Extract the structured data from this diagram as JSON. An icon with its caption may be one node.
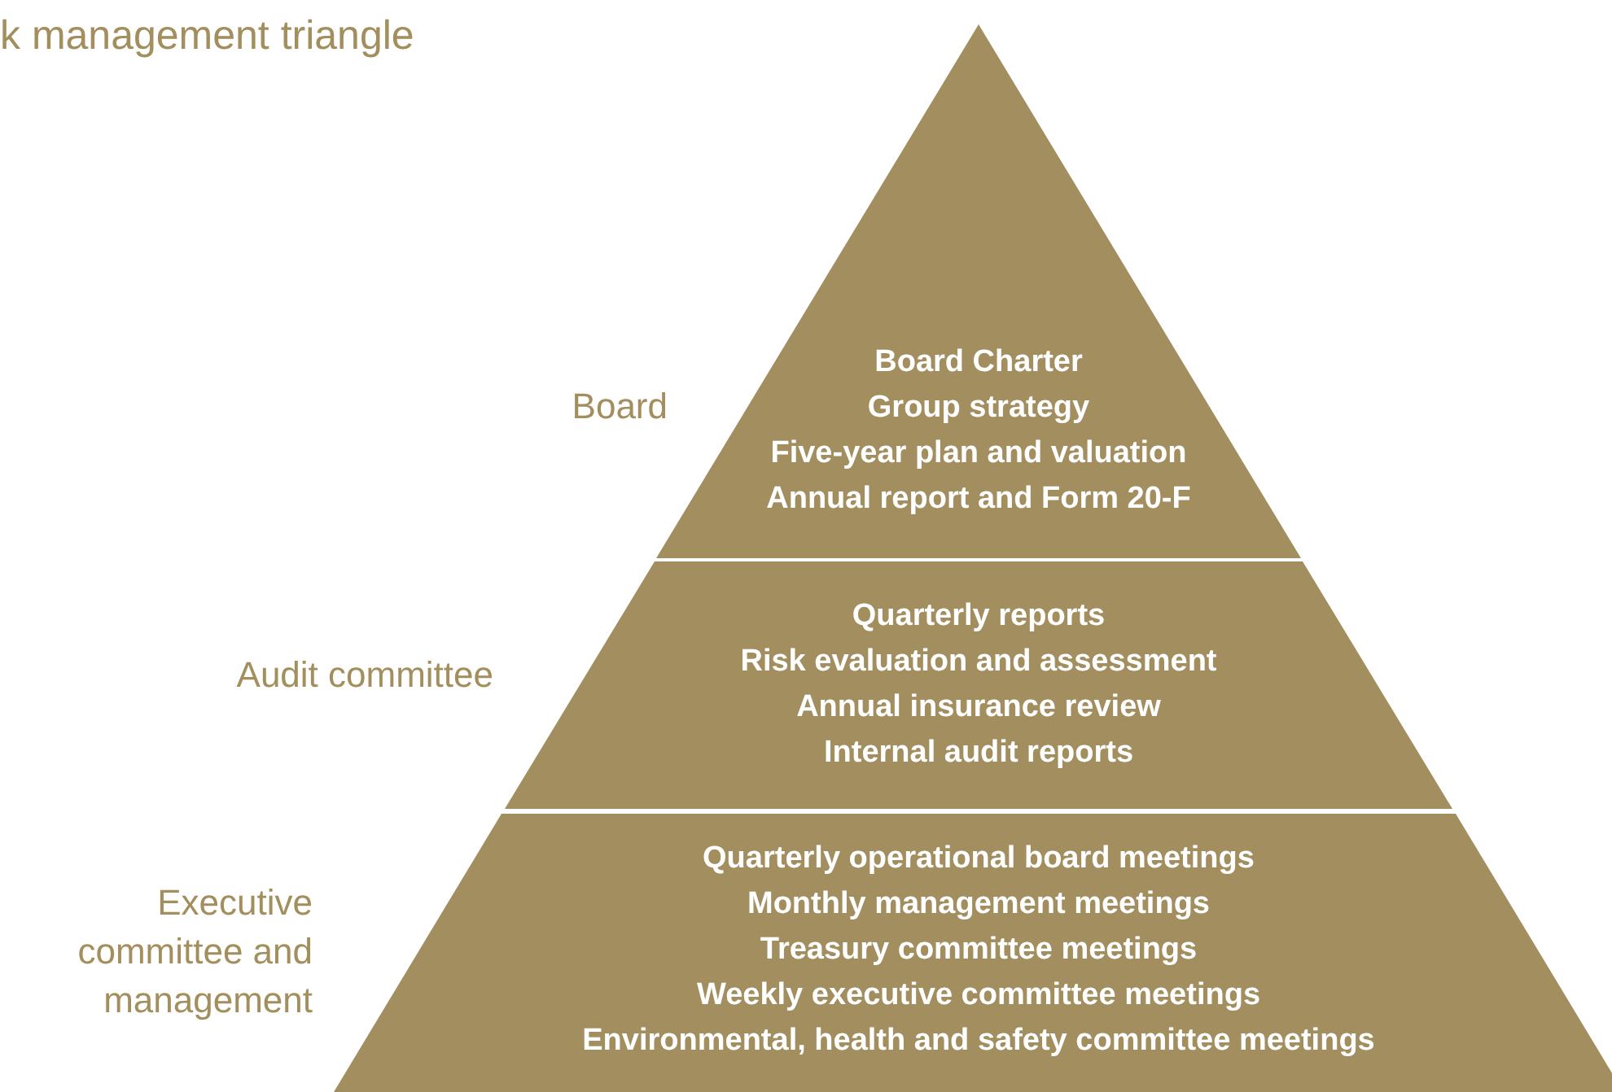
{
  "diagram": {
    "title": "k management triangle",
    "nodes": [
      {
        "text": [
          "Board Charter",
          "Group strategy",
          "Five-year plan and valuation",
          "Annual report and Form 20-F"
        ],
        "beside": [
          "Board"
        ]
      },
      {
        "text": [
          "Quarterly reports",
          "Risk evaluation and assessment",
          "Annual insurance review",
          "Internal audit reports"
        ],
        "beside": [
          "Audit committee"
        ]
      },
      {
        "text": [
          "Quarterly operational board meetings",
          "Monthly management meetings",
          "Treasury committee meetings",
          "Weekly executive committee meetings",
          "Environmental, health and safety committee meetings"
        ],
        "beside": [
          "Executive committee and management"
        ]
      }
    ]
  }
}
